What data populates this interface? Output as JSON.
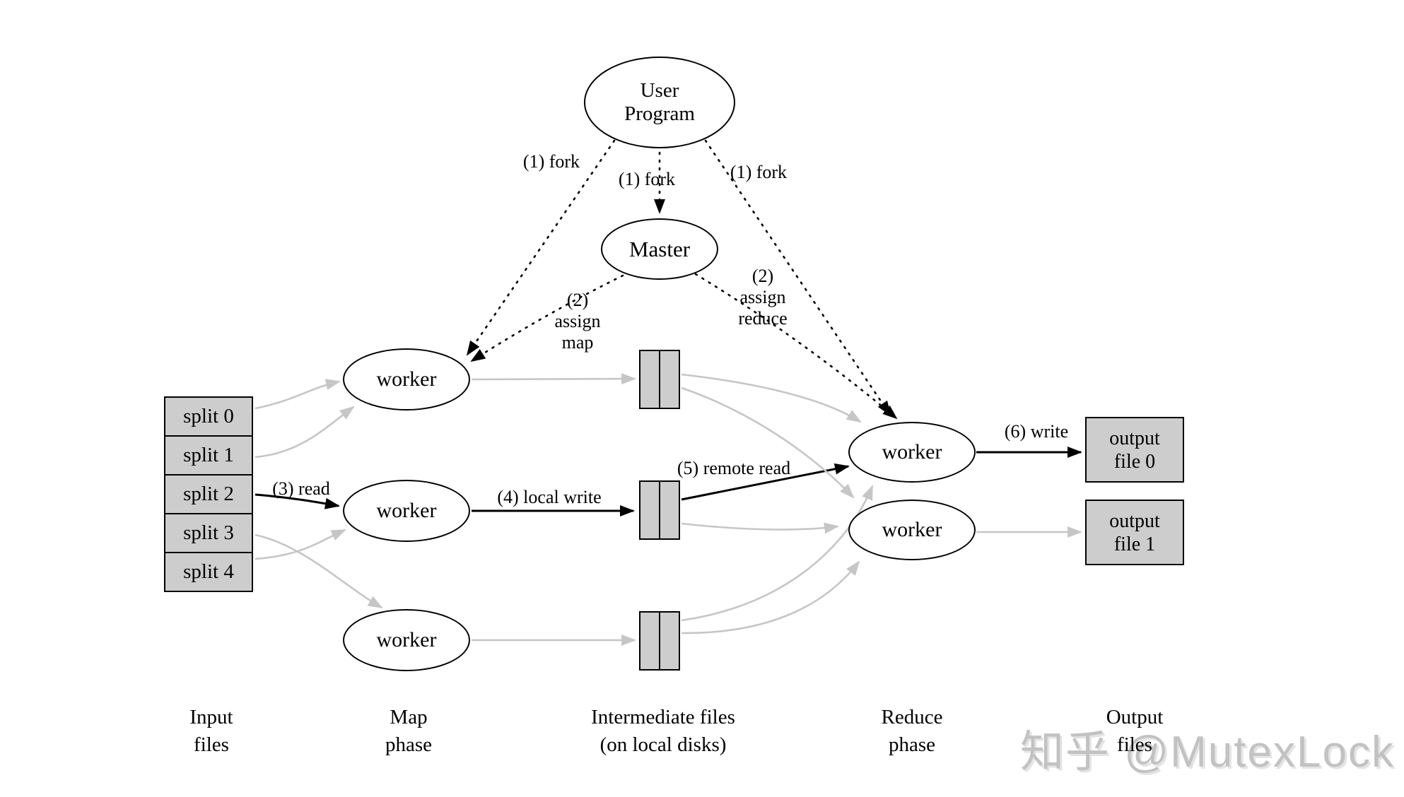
{
  "nodes": {
    "user_program": "User Program",
    "master": "Master",
    "map_workers": [
      "worker",
      "worker",
      "worker"
    ],
    "reduce_workers": [
      "worker",
      "worker"
    ],
    "splits": [
      "split 0",
      "split 1",
      "split 2",
      "split 3",
      "split 4"
    ],
    "outputs": [
      {
        "line1": "output",
        "line2": "file 0"
      },
      {
        "line1": "output",
        "line2": "file 1"
      }
    ]
  },
  "edge_labels": {
    "fork_left": "(1) fork",
    "fork_center": "(1) fork",
    "fork_right": "(1) fork",
    "assign_map": {
      "line1": "(2)",
      "line2": "assign",
      "line3": "map"
    },
    "assign_reduce": {
      "line1": "(2)",
      "line2": "assign",
      "line3": "reduce"
    },
    "read": "(3) read",
    "local_write": "(4) local write",
    "remote_read": "(5) remote read",
    "write": "(6) write"
  },
  "phase_labels": [
    {
      "line1": "Input",
      "line2": "files"
    },
    {
      "line1": "Map",
      "line2": "phase"
    },
    {
      "line1": "Intermediate files",
      "line2": "(on local disks)"
    },
    {
      "line1": "Reduce",
      "line2": "phase"
    },
    {
      "line1": "Output",
      "line2": "files"
    }
  ],
  "watermark": "知乎 @MutexLock",
  "colors": {
    "background": "#ffffff",
    "node_fill": "#ffffff",
    "box_fill": "#cdcdcd",
    "line_black": "#000000",
    "line_gray": "#c6c6c6",
    "watermark_gray": "#c2c2c2"
  }
}
